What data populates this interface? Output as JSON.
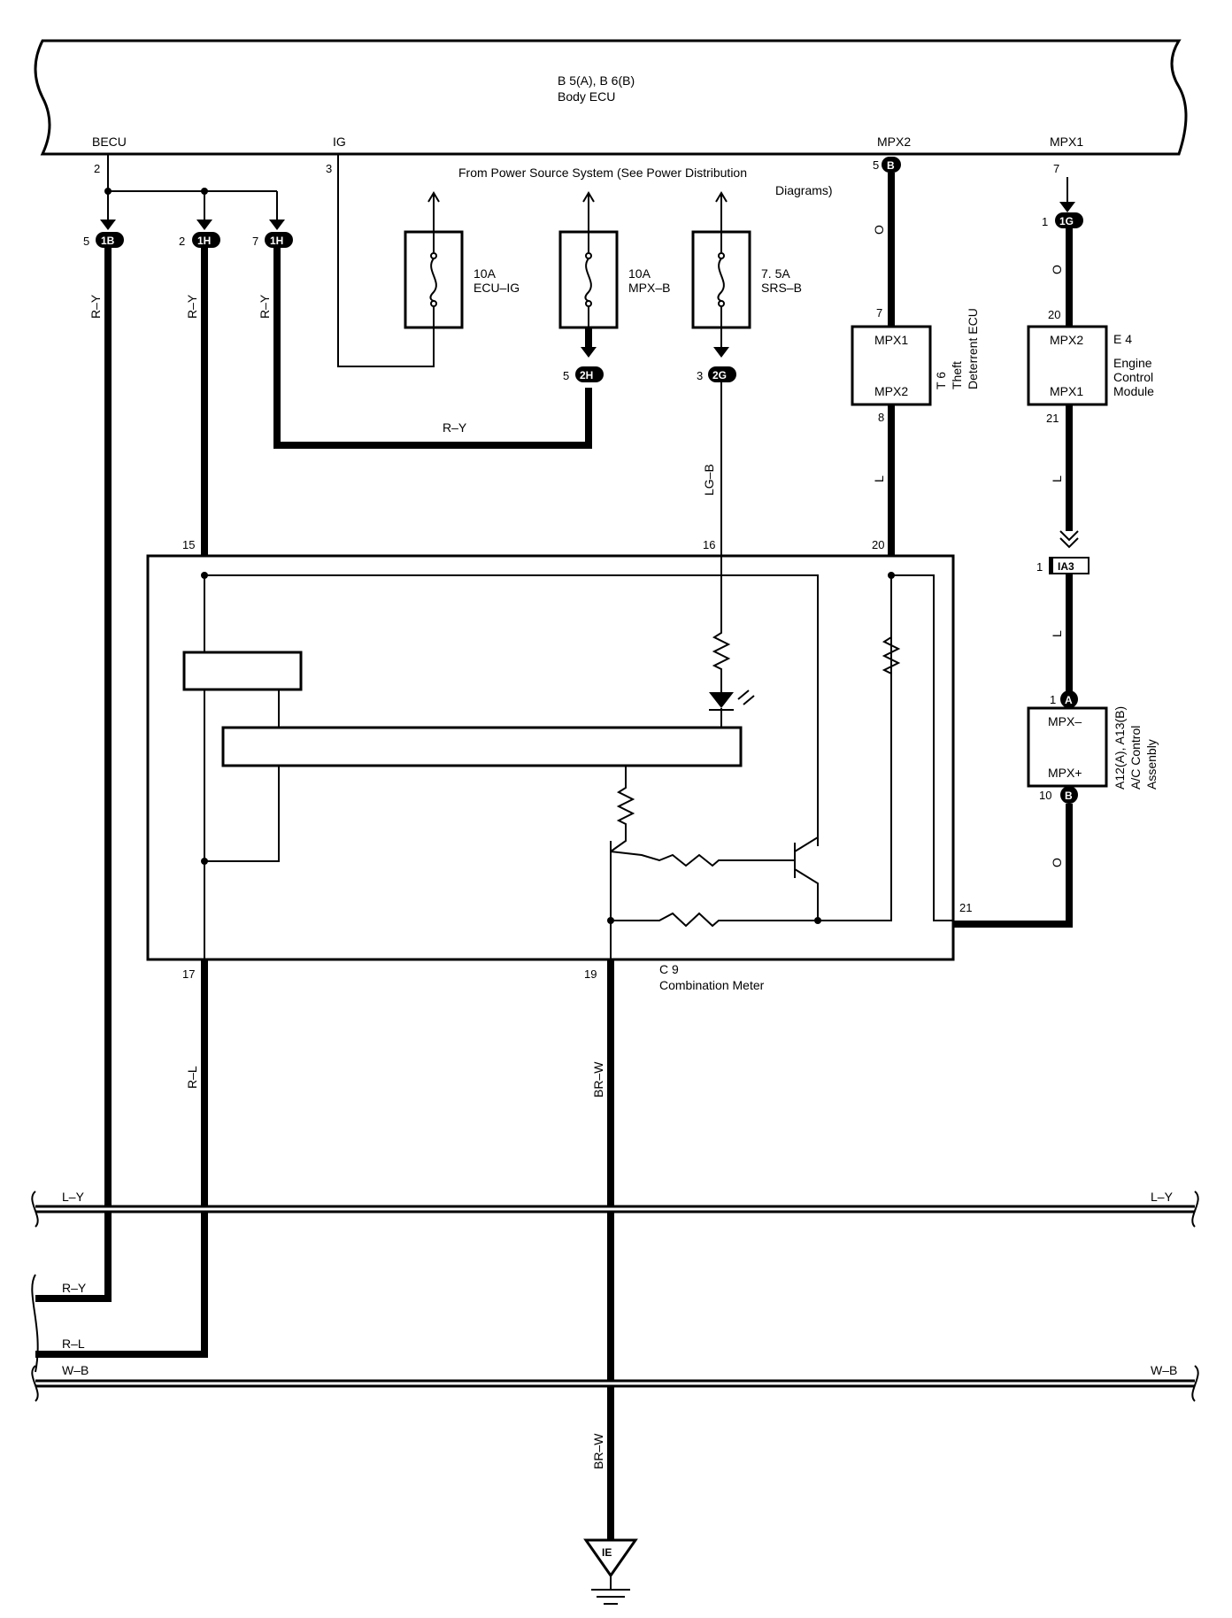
{
  "body_ecu": {
    "id": "B 5(A), B 6(B)",
    "name": "Body ECU",
    "terminals": {
      "becu": "BECU",
      "ig": "IG",
      "mpx2": "MPX2",
      "mpx1": "MPX1"
    },
    "pins": {
      "becu": "2",
      "ig": "3",
      "mpx2": "5",
      "mpx1": "7"
    },
    "mpx2_connector": "B"
  },
  "power_source": {
    "line1": "From Power Source System (See Power Distribution",
    "line2": "Diagrams)"
  },
  "fuses": [
    {
      "amp": "10A",
      "name": "ECU–IG"
    },
    {
      "amp": "10A",
      "name": "MPX–B"
    },
    {
      "amp": "7. 5A",
      "name": "SRS–B"
    }
  ],
  "junctions": {
    "j1b": {
      "pin": "5",
      "label": "1B"
    },
    "j1h_a": {
      "pin": "2",
      "label": "1H"
    },
    "j1h_b": {
      "pin": "7",
      "label": "1H"
    },
    "j2h": {
      "pin": "5",
      "label": "2H"
    },
    "j2g": {
      "pin": "3",
      "label": "2G"
    },
    "j1g": {
      "pin": "1",
      "label": "1G"
    }
  },
  "wires": {
    "r_y": "R–Y",
    "r_y_bottom": "R–Y",
    "lg_b": "LG–B",
    "o": "O",
    "l": "L",
    "r_l": "R–L",
    "br_w": "BR–W",
    "br_w_lower": "BR–W",
    "l_y": "L–Y",
    "w_b": "W–B"
  },
  "theft_ecu": {
    "id": "T 6",
    "line1": "Theft",
    "line2": "Deterrent ECU",
    "top_terminal": "MPX1",
    "bottom_terminal": "MPX2",
    "top_pin": "7",
    "bottom_pin": "8"
  },
  "engine_ecm": {
    "id": "E 4",
    "line1": "Engine",
    "line2": "Control",
    "line3": "Module",
    "top_terminal": "MPX2",
    "bottom_terminal": "MPX1",
    "top_pin": "20",
    "bottom_pin": "21"
  },
  "ia3": {
    "pin": "1",
    "label": "IA3"
  },
  "ac_control": {
    "id": "A12(A), A13(B)",
    "line1": "A/C Control",
    "line2": "Assenbly",
    "top_terminal": "MPX–",
    "bottom_terminal": "MPX+",
    "top_pin": "1",
    "top_conn": "A",
    "bottom_pin": "10",
    "bottom_conn": "B"
  },
  "combination_meter": {
    "id": "C 9",
    "name": "Combination Meter",
    "pins": {
      "p15": "15",
      "p16": "16",
      "p20": "20",
      "p17": "17",
      "p19": "19",
      "p21": "21"
    }
  },
  "ground": {
    "label": "IE"
  }
}
